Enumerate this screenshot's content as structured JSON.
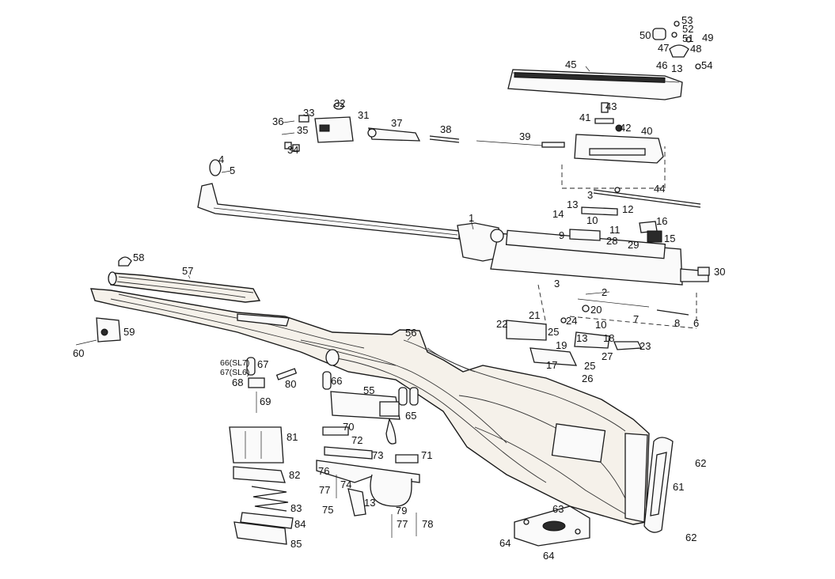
{
  "diagram": {
    "part_numbers": [
      "1",
      "2",
      "3",
      "4",
      "5",
      "6",
      "7",
      "8",
      "9",
      "10",
      "11",
      "12",
      "13",
      "14",
      "15",
      "16",
      "17",
      "18",
      "19",
      "20",
      "21",
      "22",
      "23",
      "24",
      "25",
      "26",
      "27",
      "28",
      "29",
      "30",
      "31",
      "32",
      "33",
      "34",
      "35",
      "36",
      "37",
      "38",
      "39",
      "40",
      "41",
      "42",
      "43",
      "44",
      "45",
      "46",
      "47",
      "48",
      "49",
      "50",
      "51",
      "52",
      "53",
      "54",
      "55",
      "56",
      "57",
      "58",
      "59",
      "60",
      "61",
      "62",
      "63",
      "64",
      "65",
      "66",
      "67",
      "68",
      "69",
      "70",
      "71",
      "72",
      "73",
      "74",
      "75",
      "76",
      "77",
      "78",
      "79",
      "80",
      "81",
      "82",
      "83",
      "84",
      "85"
    ],
    "slot_label": "66(SL7)\n67(SL6)",
    "slot_label_line1": "66(SL7)",
    "slot_label_line2": "67(SL6)"
  }
}
